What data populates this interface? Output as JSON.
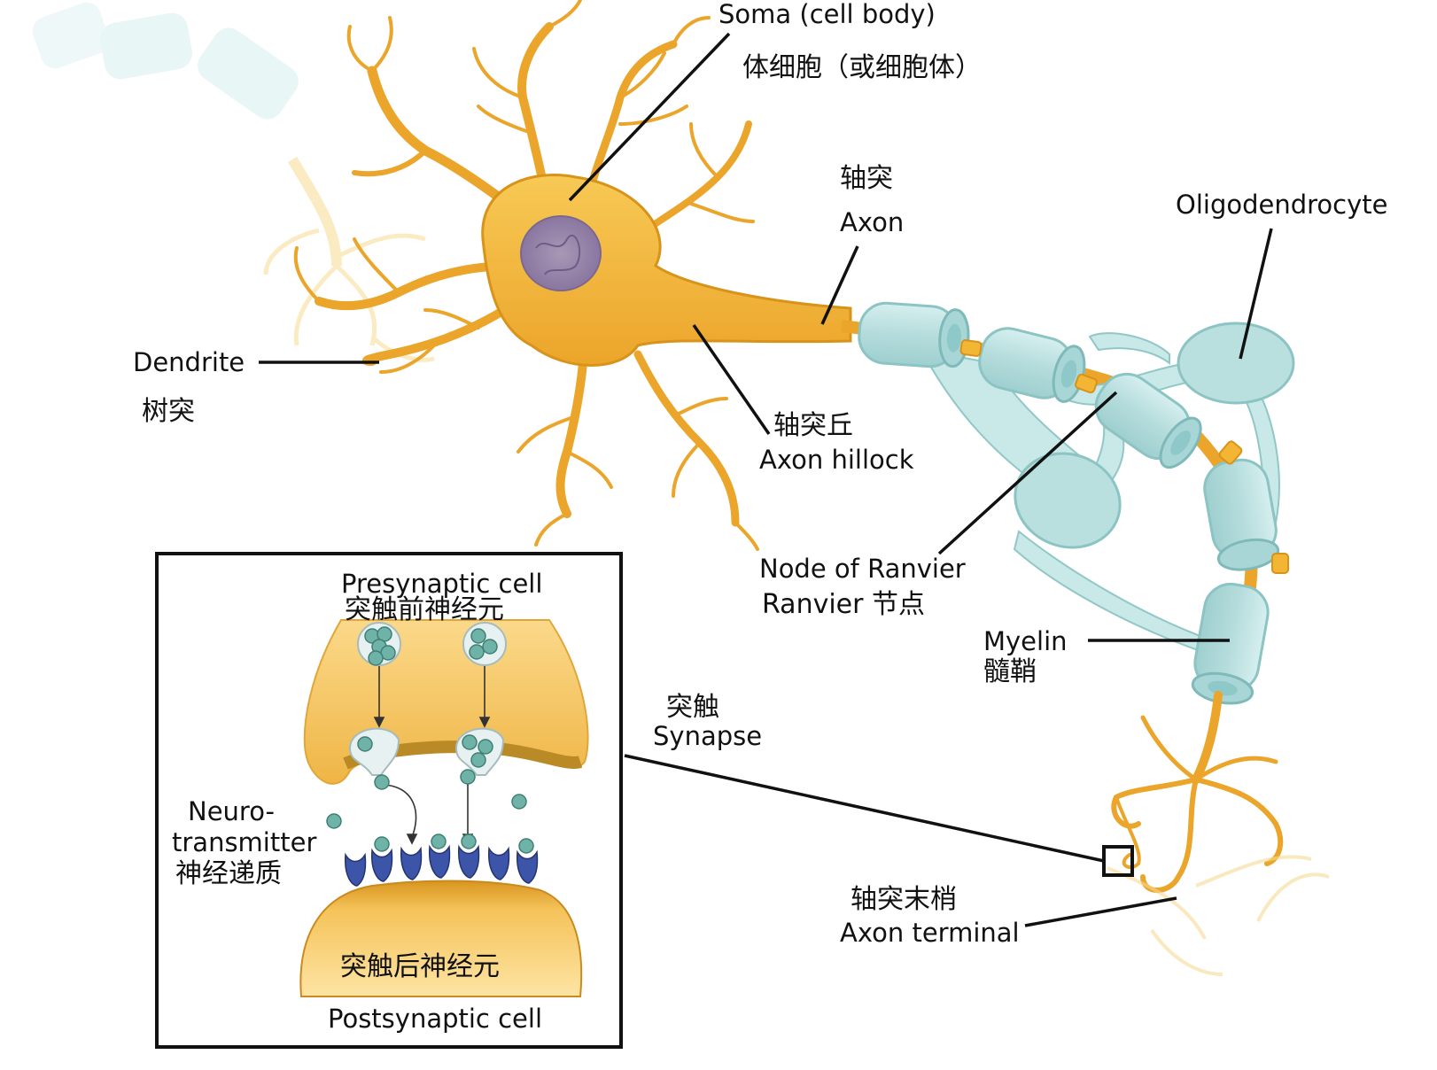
{
  "labels": {
    "soma_en": "Soma (cell body)",
    "soma_zh": "体细胞（或细胞体）",
    "axon_zh": "轴突",
    "axon_en": "Axon",
    "oligo_en": "Oligodendrocyte",
    "dendrite_en": "Dendrite",
    "dendrite_zh": "树突",
    "hillock_zh": "轴突丘",
    "hillock_en": "Axon hillock",
    "node_en": "Node of Ranvier",
    "node_zh": "Ranvier 节点",
    "myelin_en": "Myelin",
    "myelin_zh": "髓鞘",
    "synapse_zh": "突触",
    "synapse_en": "Synapse",
    "terminal_zh": "轴突末梢",
    "terminal_en": "Axon terminal"
  },
  "inset": {
    "pre_en": "Presynaptic cell",
    "pre_zh": "突触前神经元",
    "nt_line1": "Neuro-",
    "nt_line2": "transmitter",
    "nt_zh": "神经递质",
    "post_zh": "突触后神经元",
    "post_en": "Postsynaptic cell"
  },
  "colors": {
    "neuron": "#f2b534",
    "neuron_edge": "#d8931a",
    "nucleus": "#9a86a8",
    "myelin": "#bfe3e3",
    "myelin_edge": "#8cc4c4",
    "receptor": "#3d55a8",
    "vesicle": "#6fb3a8"
  }
}
